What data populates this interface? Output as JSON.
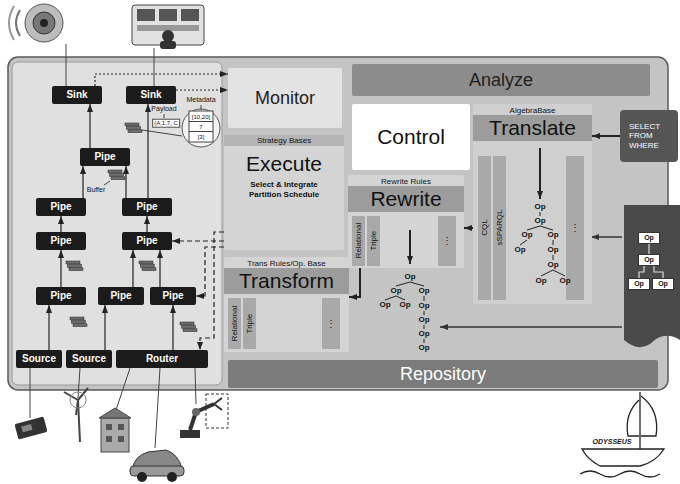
{
  "diagram": {
    "nodes": [
      {
        "text": [
          "Sink"
        ]
      },
      {
        "text": [
          "Sink"
        ]
      },
      {
        "text": [
          "Pipe"
        ]
      },
      {
        "text": [
          "Pipe"
        ]
      },
      {
        "text": [
          "Pipe"
        ]
      },
      {
        "text": [
          "Pipe"
        ]
      },
      {
        "text": [
          "Pipe"
        ]
      },
      {
        "text": [
          "Pipe"
        ]
      },
      {
        "text": [
          "Pipe"
        ]
      },
      {
        "text": [
          "Pipe"
        ]
      },
      {
        "text": [
          "Source"
        ]
      },
      {
        "text": [
          "Source"
        ]
      },
      {
        "text": [
          "Router"
        ]
      },
      {
        "text": [
          "Monitor"
        ]
      },
      {
        "text": [
          "Analyze"
        ]
      },
      {
        "text": [
          "Control"
        ]
      },
      {
        "text": [
          "AlgebraBase",
          "Translate"
        ]
      },
      {
        "text": [
          "CQL"
        ],
        "in": 16
      },
      {
        "text": [
          "sSPARQL"
        ],
        "in": 16
      },
      {
        "text": [
          "⋮"
        ],
        "in": 16
      },
      {
        "text": [
          "Strategy Bases",
          "Execute",
          "Select & Integrate Partition Schedule"
        ]
      },
      {
        "text": [
          "Rewrite Rules",
          "Rewrite"
        ]
      },
      {
        "text": [
          "Relational"
        ],
        "in": 21
      },
      {
        "text": [
          "Triple"
        ],
        "in": 21
      },
      {
        "text": [
          "⋮"
        ],
        "in": 21
      },
      {
        "text": [
          "Trans Rules/Op. Base",
          "Transform"
        ]
      },
      {
        "text": [
          "Relational"
        ],
        "in": 25
      },
      {
        "text": [
          "Triple"
        ],
        "in": 25
      },
      {
        "text": [
          "⋮"
        ],
        "in": 25
      },
      {
        "text": [
          "Repository"
        ]
      },
      {
        "text": [
          "SELECT FROM WHERE"
        ]
      },
      {
        "text": [
          "Op"
        ]
      },
      {
        "text": [
          "Op"
        ]
      },
      {
        "text": [
          "Op"
        ]
      },
      {
        "text": [
          "Op"
        ]
      }
    ],
    "edges": [
      {
        "from": 2,
        "to": 0,
        "arrow": "to"
      },
      {
        "from": 4,
        "to": 1,
        "arrow": "to"
      },
      {
        "from": 3,
        "to": 2,
        "arrow": "to"
      },
      {
        "from": 4,
        "to": 2,
        "arrow": "to"
      },
      {
        "from": 5,
        "to": 3,
        "arrow": "to"
      },
      {
        "from": 6,
        "to": 4,
        "arrow": "to"
      },
      {
        "from": 7,
        "to": 5,
        "arrow": "to"
      },
      {
        "from": 8,
        "to": 6,
        "arrow": "to"
      },
      {
        "from": 9,
        "to": 6,
        "arrow": "to"
      },
      {
        "from": 10,
        "to": 7,
        "arrow": "to"
      },
      {
        "from": 11,
        "to": 8,
        "arrow": "to"
      },
      {
        "from": 12,
        "to": 9,
        "arrow": "to"
      },
      {
        "from": 0,
        "to": 13,
        "arrow": "to"
      },
      {
        "from": 1,
        "to": 13,
        "arrow": "to"
      },
      {
        "from": 20,
        "to": 6,
        "arrow": "to"
      },
      {
        "from": 20,
        "to": 9,
        "arrow": "to"
      },
      {
        "from": 20,
        "to": 12,
        "arrow": "to"
      },
      {
        "from": 30,
        "to": 16,
        "arrow": "to"
      },
      {
        "from": 16,
        "to": 21,
        "arrow": "to"
      },
      {
        "from": 21,
        "to": 25,
        "arrow": "to"
      },
      {
        "from": 31,
        "to": 32,
        "arrow": "none"
      },
      {
        "from": 32,
        "to": 33,
        "arrow": "none"
      },
      {
        "from": 32,
        "to": 34,
        "arrow": "none"
      }
    ],
    "labels": [
      "Payload",
      "Metadata",
      "(A,1.7, C",
      "[10,20]",
      "7",
      "[3]",
      "Buffer",
      "Op",
      "Op",
      "Op",
      "Op",
      "Op",
      "Op",
      "Op",
      "Op",
      "Op",
      "Op",
      "Op",
      "Op",
      "Op",
      "Op",
      "Op",
      "Op",
      "Op",
      "Op",
      "ODYSSEUS"
    ]
  }
}
